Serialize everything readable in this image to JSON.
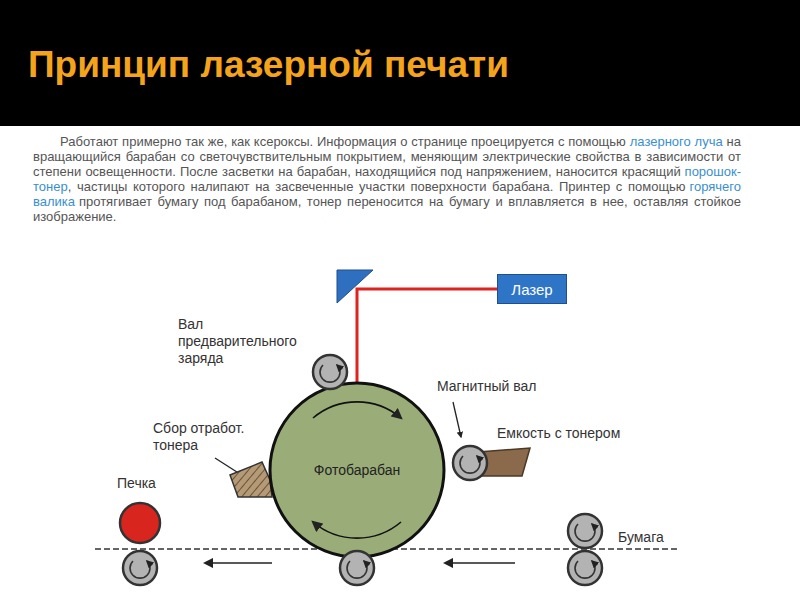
{
  "diagram": {
    "title": "Принцип лазерной печати",
    "nodes": [
      {
        "text": [
          "Лазер"
        ]
      },
      {
        "text": [
          "Фотобарабан"
        ]
      }
    ],
    "edges": [
      {
        "from": 0,
        "to": 1,
        "arrow": "none"
      }
    ],
    "labels": [
      "Работают примерно так же, как ксероксы. Информация о странице проецируется с помощью",
      "лазерного луча",
      "на вращающийся барабан со светочувствительным покрытием, меняющим электрические свойства в зависимости от степени освещенности. После засветки на барабан, находящийся под напряжением, наносится красящий",
      "порошок-тонер",
      ", частицы которого налипают на засвеченные участки поверхности барабана. Принтер с помощью",
      "горячего валика",
      "протягивает бумагу под барабаном, тонер переносится на бумагу и вплавляется в нее, оставляя стойкое изображение.",
      "Вал предварительного заряда",
      "Магнитный вал",
      "Емкость с тонером",
      "Сбор отработ. тонера",
      "Печка",
      "Бумага"
    ]
  }
}
